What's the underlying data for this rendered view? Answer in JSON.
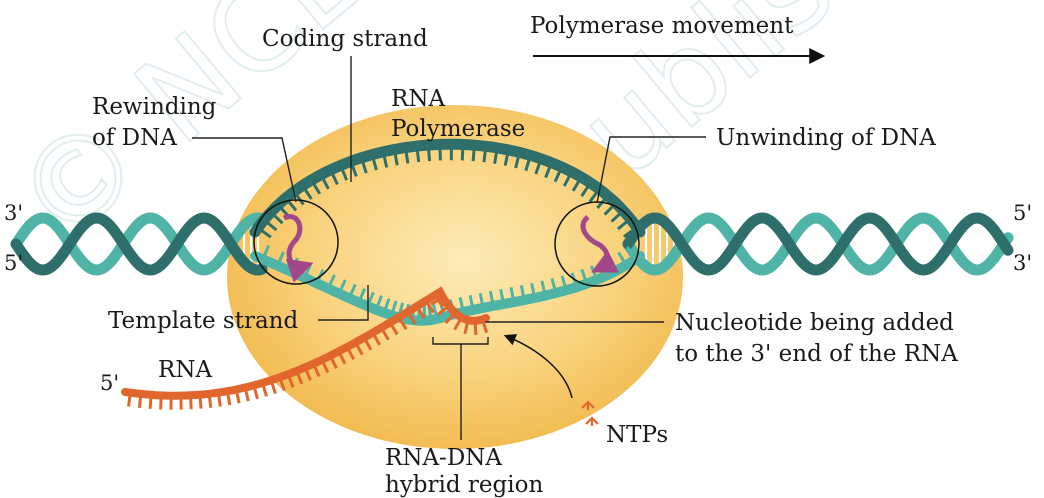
{
  "labels": {
    "polymerase_movement": "Polymerase movement",
    "coding_strand": "Coding strand",
    "rewinding_line1": "Rewinding",
    "rewinding_line2": "of DNA",
    "rna_polymerase_line1": "RNA",
    "rna_polymerase_line2": "Polymerase",
    "unwinding": "Unwinding of DNA",
    "template_strand": "Template strand",
    "nucleotide_line1": "Nucleotide being added",
    "nucleotide_line2": "to the 3' end of the RNA",
    "rna": "RNA",
    "ntps": "NTPs",
    "hybrid_line1": "RNA-DNA",
    "hybrid_line2": "hybrid region"
  },
  "strand_ends": {
    "left_top": "3'",
    "left_bottom": "5'",
    "right_top": "5'",
    "right_bottom": "3'",
    "rna_end": "5'"
  },
  "watermark": {
    "line1": "© NCERT",
    "line2": "be republished"
  },
  "colors": {
    "dark_strand": "#2e6e6b",
    "light_strand": "#4fb3a5",
    "rna_strand": "#e1662e",
    "polymerase_inner": "#fbe3a3",
    "polymerase_outer": "#f2b84b",
    "rotation_arrow": "#a2478a"
  }
}
